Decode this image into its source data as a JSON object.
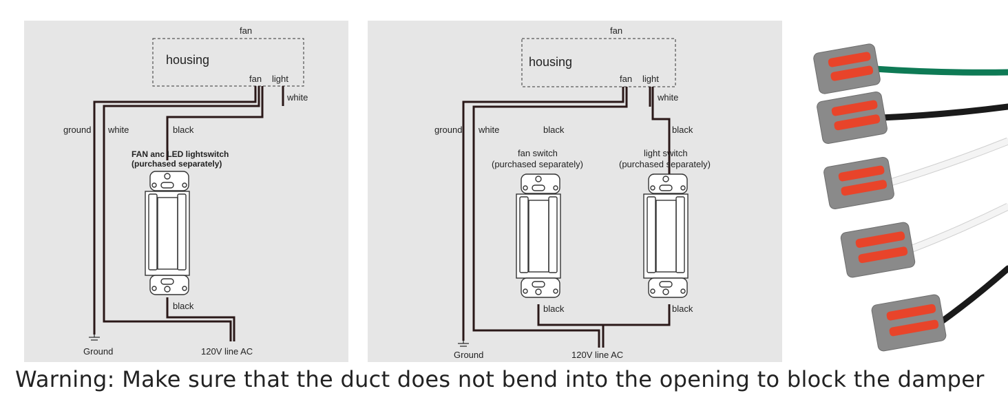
{
  "left_diagram": {
    "fan_title": "fan",
    "housing": "housing",
    "fan_terminal": "fan",
    "light_terminal": "light",
    "white_top": "white",
    "ground": "ground",
    "white": "white",
    "black_top": "black",
    "switch_label_1": "FAN anc LED lightswitch",
    "switch_label_2": "(purchased separately)",
    "black_bottom": "black",
    "ground_symbol_label": "Ground",
    "line_ac": "120V line AC"
  },
  "right_diagram": {
    "fan_title": "fan",
    "housing": "housing",
    "fan_terminal": "fan",
    "light_terminal": "light",
    "white_top": "white",
    "ground": "ground",
    "white": "white",
    "black_mid": "black",
    "black_right": "black",
    "fan_switch_1": "fan switch",
    "fan_switch_2": "(purchased separately)",
    "light_switch_1": "light switch",
    "light_switch_2": "(purchased separately)",
    "black_fan_bottom": "black",
    "black_light_bottom": "black",
    "ground_symbol_label": "Ground",
    "line_ac": "120V line AC"
  },
  "connectors": {
    "wire_colors": [
      "#0e7a55",
      "#1a1a1a",
      "#f2f2f2",
      "#f2f2f2",
      "#1a1a1a"
    ],
    "body_color": "#8a8a8a",
    "lever_color": "#e8442a"
  },
  "warning": "Warning: Make sure that the duct does not bend into the opening to block the damper"
}
